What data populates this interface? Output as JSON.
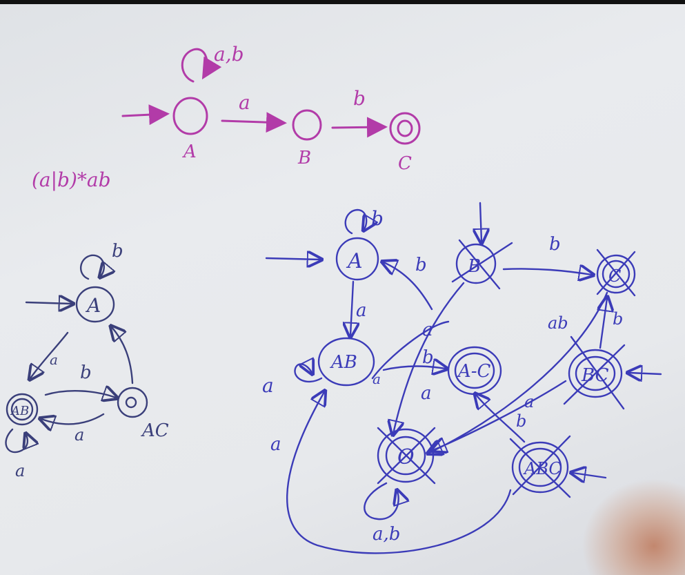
{
  "regex": "(a|b)*ab",
  "nfa": {
    "self_loop_label": "a,b",
    "edge_ab_label": "a",
    "edge_bc_label": "b",
    "state_a": "A",
    "state_b": "B",
    "state_c": "C"
  },
  "minimal_dfa": {
    "state_a": "A",
    "state_ab": "AB",
    "state_ac": "AC",
    "loop_a_label": "b",
    "loop_ab_label": "a",
    "edge_a_ab": "a",
    "edge_ab_ac": "b",
    "edge_ac_ab": "a"
  },
  "subset_dfa": {
    "state_a": "A",
    "state_b": "B",
    "state_c": "C",
    "state_ab": "AB",
    "state_ac": "A-C",
    "state_bc": "BC",
    "state_empty": "Ø",
    "state_abc": "ABC",
    "loop_a_label": "b",
    "loop_ab_label": "a",
    "loop_empty_label": "a,b",
    "edge_a_ab": "a",
    "edge_ac_a": "b",
    "edge_b_c": "b",
    "edge_ab_ac": "b",
    "edge_ac_ab": "a",
    "edge_b_empty": "a",
    "edge_c_empty": "ab",
    "edge_bc_c": "b",
    "edge_bc_empty": "a",
    "edge_abc_ac": "b",
    "edge_abc_ab": "a",
    "edge_ab_extra": "a"
  },
  "colors": {
    "pink": "#b23ba8",
    "blue": "#3b3bb8",
    "dark": "#3a3f7a"
  }
}
